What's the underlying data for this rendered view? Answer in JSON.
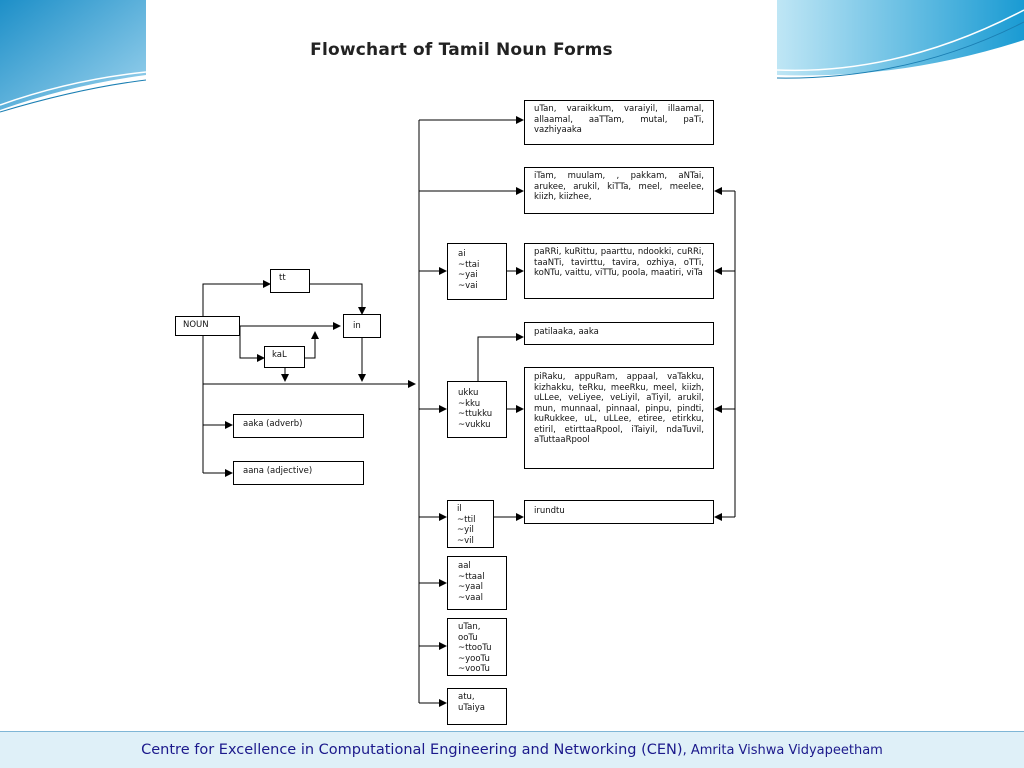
{
  "title": "Flowchart of Tamil Noun Forms",
  "nodes": {
    "noun": "NOUN",
    "tt": "tt",
    "in": "in",
    "kal": "kaL",
    "aaka": "aaka (adverb)",
    "aana": "aana (adjective)",
    "ai": [
      "ai",
      "~ttai",
      "~yai",
      "~vai"
    ],
    "ukku": [
      "ukku",
      "~kku",
      "~ttukku",
      "~vukku"
    ],
    "il": [
      "il",
      "~ttil",
      "~yil",
      "~vil"
    ],
    "aal": [
      "aal",
      "~ttaal",
      "~yaal",
      "~vaal"
    ],
    "otu": [
      "uTan,",
      "ooTu",
      "~ttooTu",
      "~yooTu",
      "~vooTu"
    ],
    "atu": [
      "atu,",
      "uTaiya"
    ],
    "postpositions_1": "uTan, varaikkum, varaiyil, illaamal, allaamal, aaTTam, mutal, paTi, vazhiyaaka",
    "postpositions_2": "iTam, muulam, , pakkam, aNTai, arukee, arukil, kiTTa, meel, meelee, kiizh, kiizhee,",
    "postpositions_3": "paRRi, kuRittu, paarttu, ndookki, cuRRi, taaNTi, tavirttu, tavira, ozhiya, oTTi, koNTu, vaittu, viTTu, poola, maatiri, viTa",
    "postpositions_4": "patilaaka, aaka",
    "postpositions_5": "piRaku, appuRam, appaal, vaTakku, kizhakku, teRku, meeRku, meel, kiizh, uLLee, veLiyee, veLiyil, aTiyil, arukil, mun, munnaal, pinnaal, pinpu, pindti, kuRukkee, uL, uLLee, etiree, etirkku, etiril, etirttaaRpool, iTaiyil, ndaTuvil, aTuttaaRpool",
    "postpositions_6": "irundtu"
  },
  "footer": {
    "main": "Centre for Excellence in Computational Engineering and Networking (CEN)",
    "sub": ", Amrita Vishwa Vidyapeetham"
  }
}
